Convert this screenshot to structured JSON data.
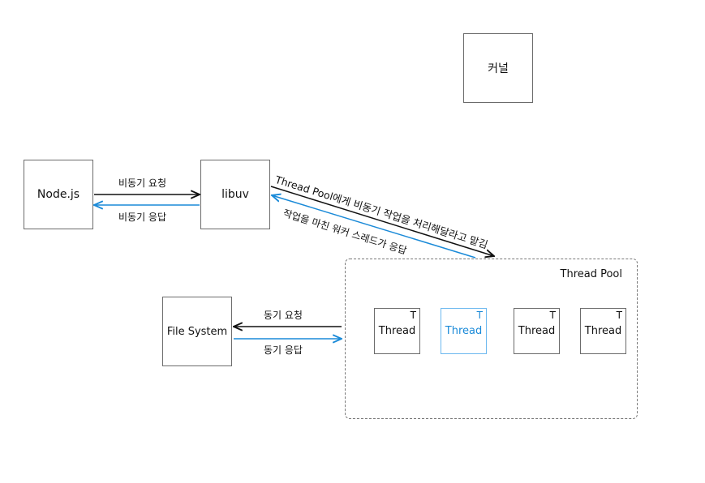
{
  "kernel": {
    "label": "커널"
  },
  "nodejs": {
    "label": "Node.js"
  },
  "libuv": {
    "label": "libuv"
  },
  "file_system": {
    "label": "File System"
  },
  "arrows": {
    "async_request": "비동기 요청",
    "async_response": "비동기 응답",
    "delegate_to_pool": "Thread Pool에게 비동기 작업을 처리해달라고 맡김",
    "worker_done_response": "작업을 마친 워커 스레드가 응답",
    "sync_request": "동기 요청",
    "sync_response": "동기 응답"
  },
  "thread_pool": {
    "title": "Thread Pool",
    "threads": [
      {
        "name": "Thread",
        "mark": "T",
        "active": false
      },
      {
        "name": "Thread",
        "mark": "T",
        "active": true
      },
      {
        "name": "Thread",
        "mark": "T",
        "active": false
      },
      {
        "name": "Thread",
        "mark": "T",
        "active": false
      }
    ]
  },
  "colors": {
    "black_arrow": "#111111",
    "blue_arrow": "#1a8ad8",
    "box_border": "#6b6b6b",
    "pool_border": "#7a7a7a"
  }
}
